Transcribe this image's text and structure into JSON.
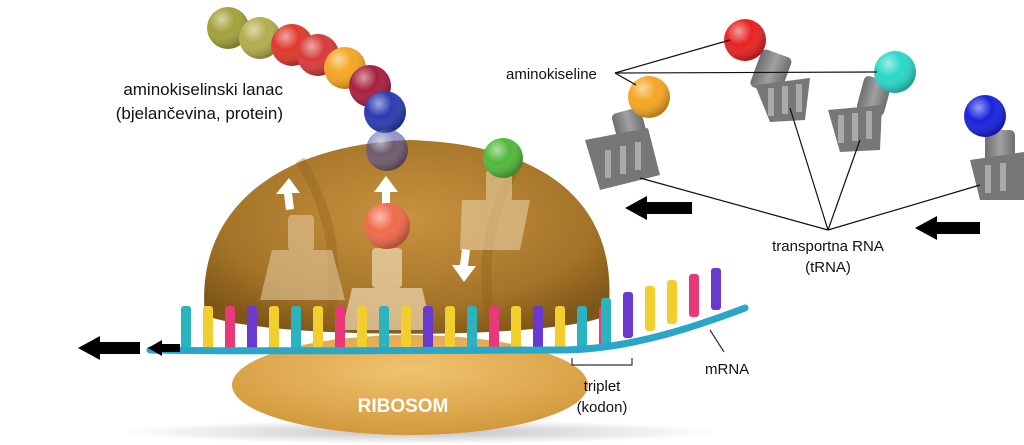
{
  "labels": {
    "amino_chain_line1": "aminokiselinski lanac",
    "amino_chain_line2": "(bjelančevina, protein)",
    "amino_acids": "aminokiseline",
    "trna_line1": "transportna RNA",
    "trna_line2": "(tRNA)",
    "mrna": "mRNA",
    "ribosome": "RIBOSOM",
    "triplet_line1": "triplet",
    "triplet_line2": "(kodon)"
  },
  "colors": {
    "ribosome_top": "#a87a2e",
    "ribosome_bottom": "#e0aa4e",
    "mrna_strand": "#2aa6c8",
    "trna_gray": "#8c8c8c",
    "arrow": "#000000"
  },
  "amino_chain_colors": [
    "#a3a13a",
    "#b3ad4e",
    "#e0392b",
    "#d83a3a",
    "#f5a623",
    "#a8203e",
    "#2c3bb0",
    "#3a3f9f"
  ],
  "free_amino_acid_colors": [
    "#f5a623",
    "#e82222",
    "#2ad8c8",
    "#1a22e0"
  ],
  "ribosome_amino_acid_colors": [
    "#f06a4a",
    "#52b83a"
  ],
  "nucleotide_colors": [
    "#2bb3c0",
    "#f2cf2e",
    "#e83a78",
    "#6a3ad0",
    "#f2cf2e",
    "#2bb3c0",
    "#f2cf2e",
    "#e83a78",
    "#f2cf2e",
    "#2bb3c0",
    "#f2cf2e",
    "#6a3ad0",
    "#f2cf2e",
    "#2bb3c0",
    "#e83a78",
    "#f2cf2e",
    "#6a3ad0",
    "#f2cf2e",
    "#2bb3c0",
    "#e83a78",
    "#2bb3c0",
    "#6a3ad0",
    "#f2cf2e",
    "#f2cf2e",
    "#e83a78",
    "#6a3ad0"
  ]
}
